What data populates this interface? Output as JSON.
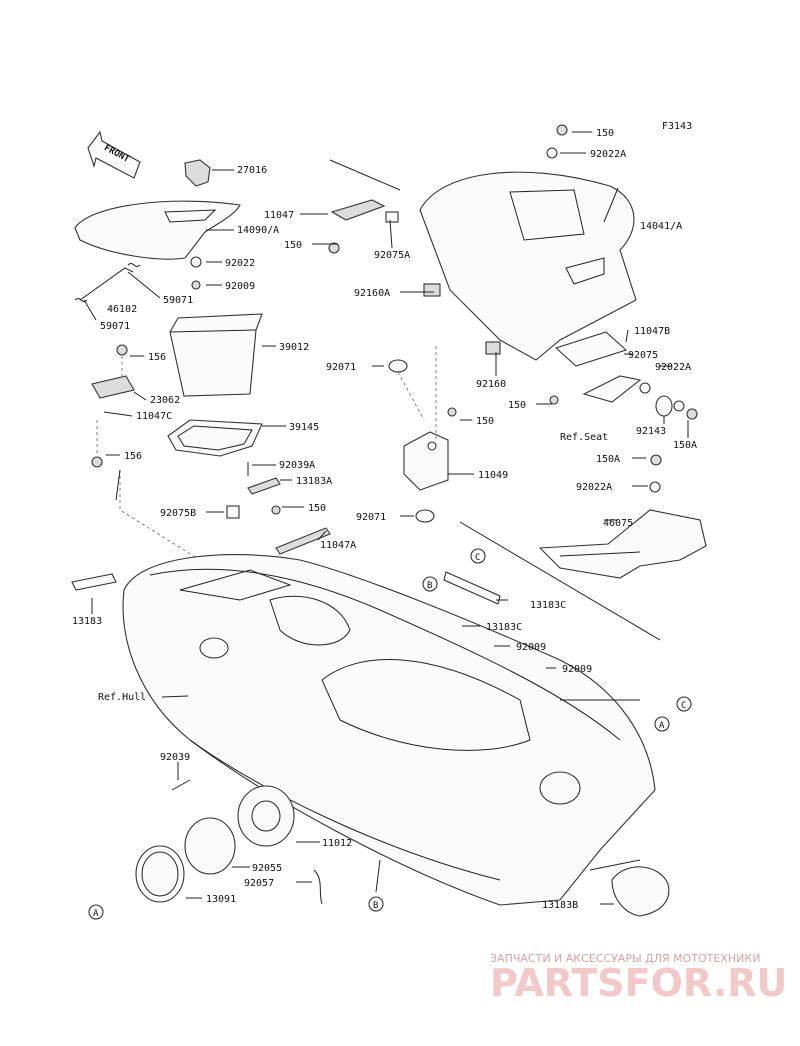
{
  "diagram_code": "F3143",
  "front_label": "FRONT",
  "parts": {
    "p27016": "27016",
    "p14090A": "14090/A",
    "p92022": "92022",
    "p92009_top": "92009",
    "p46102": "46102",
    "p59071_a": "59071",
    "p59071_b": "59071",
    "p39012": "39012",
    "p156_a": "156",
    "p23062": "23062",
    "p11047C": "11047C",
    "p39145": "39145",
    "p156_b": "156",
    "p92039A": "92039A",
    "p13183A": "13183A",
    "p150_mid": "150",
    "p11047A": "11047A",
    "p92075B": "92075B",
    "p13183": "13183",
    "p11047": "11047",
    "p150_left": "150",
    "p92075A": "92075A",
    "p92160A": "92160A",
    "p92071_a": "92071",
    "p92160": "92160",
    "p150_top": "150",
    "p92022A_top": "92022A",
    "p14041A": "14041/A",
    "p11047B": "11047B",
    "p92075": "92075",
    "p92022A_r": "92022A",
    "p150_r": "150",
    "p92143": "92143",
    "p150A_r": "150A",
    "ref_seat": "Ref.Seat",
    "p150_c": "150",
    "p11049": "11049",
    "p150A_b": "150A",
    "p92022A_b": "92022A",
    "p92071_b": "92071",
    "p46075": "46075",
    "p13183C_r": "13183C",
    "p13183C_c": "13183C",
    "p92009_a": "92009",
    "p92009_b": "92009",
    "ref_hull": "Ref.Hull",
    "p92039": "92039",
    "p11012": "11012",
    "p92055": "92055",
    "p92057": "92057",
    "p13091": "13091",
    "p13183B": "13183B"
  },
  "callouts": {
    "A": "A",
    "B": "B",
    "C": "C"
  },
  "watermark": {
    "tagline": "ЗАПЧАСТИ И АКСЕССУАРЫ ДЛЯ МОТОТЕХНИКИ",
    "logo": "PARTSFOR.RU"
  }
}
